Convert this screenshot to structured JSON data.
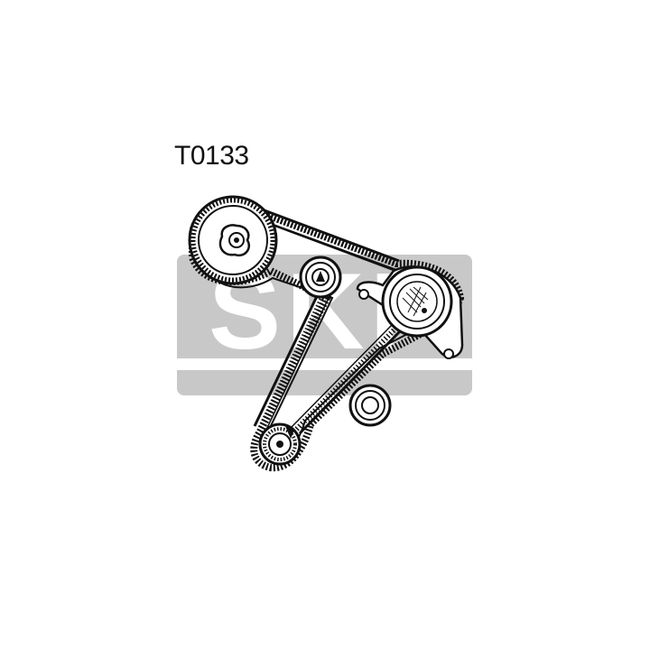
{
  "header": {
    "part_code": "T0133"
  },
  "watermark": {
    "text": "SKF",
    "color": "#c8c8c8"
  },
  "colors": {
    "belt": "#111111",
    "line": "#111111",
    "fill": "#ffffff"
  },
  "components": [
    {
      "name": "camshaft-pulley"
    },
    {
      "name": "idler-pulley-upper"
    },
    {
      "name": "tensioner-pulley"
    },
    {
      "name": "idler-pulley-lower"
    },
    {
      "name": "crankshaft-pulley"
    }
  ]
}
